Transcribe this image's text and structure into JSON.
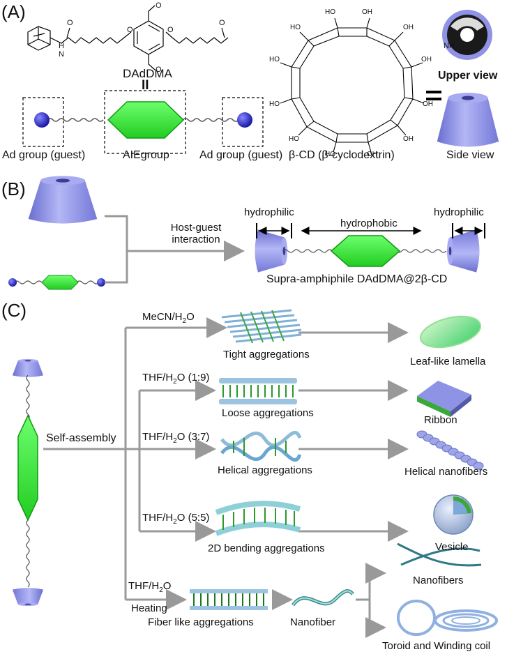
{
  "panel_a": {
    "label": "(A)",
    "molecule_name": "DAdDMA",
    "equals_top": "II",
    "guest_left": "Ad group (guest)",
    "aie": "AIEgroup",
    "guest_right": "Ad group (guest)",
    "cd_name": "β-CD (β-cyclodextrin)",
    "equals": "=",
    "upper_view": "Upper view",
    "side_view": "Side view",
    "atoms": {
      "oh": "OH",
      "ho": "HO",
      "o": "O",
      "h": "H",
      "n": "N"
    }
  },
  "panel_b": {
    "label": "(B)",
    "host_guest_line1": "Host-guest",
    "host_guest_line2": "interaction",
    "hydrophilic_left": "hydrophilic",
    "hydrophobic": "hydrophobic",
    "hydrophilic_right": "hydrophilic",
    "product": "Supra-amphiphile DAdDMA@2β-CD"
  },
  "panel_c": {
    "label": "(C)",
    "self_assembly": "Self-assembly",
    "routes": [
      {
        "solvent_base": "MeCN/H",
        "solvent_sub": "2",
        "solvent_tail": "O",
        "aggregate": "Tight aggregations",
        "product": "Leaf-like lamella"
      },
      {
        "solvent_base": "THF/H",
        "solvent_sub": "2",
        "solvent_tail": "O (1:9)",
        "aggregate": "Loose aggregations",
        "product": "Ribbon"
      },
      {
        "solvent_base": "THF/H",
        "solvent_sub": "2",
        "solvent_tail": "O (3:7)",
        "aggregate": "Helical aggregations",
        "product": "Helical nanofibers"
      },
      {
        "solvent_base": "THF/H",
        "solvent_sub": "2",
        "solvent_tail": "O (5:5)",
        "aggregate": "2D  bending aggregations",
        "product": "Vesicle"
      }
    ],
    "heating_route": {
      "solvent_base": "THF/H",
      "solvent_sub": "2",
      "solvent_tail": "O",
      "condition": "Heating",
      "aggregate": "Fiber like aggregations",
      "intermediate": "Nanofiber",
      "product_1": "Nanofibers",
      "product_2": "Toroid and Winding coil"
    }
  },
  "colors": {
    "cd": "#8f93e6",
    "aie": "#33ee33",
    "guest": "#2222cc",
    "arrow": "#999999"
  }
}
